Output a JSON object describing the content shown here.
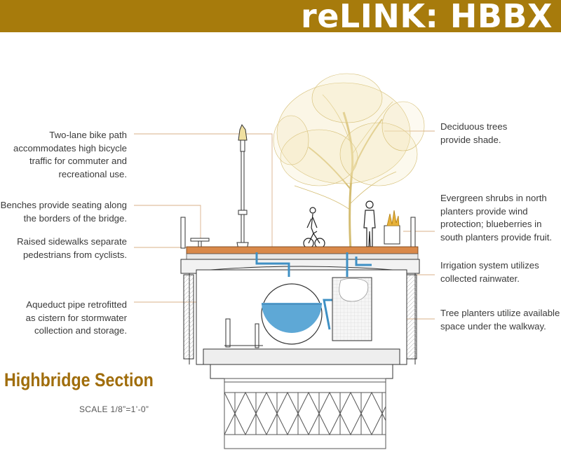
{
  "header": {
    "title": "reLINK: HBBX"
  },
  "annotations_left": [
    {
      "id": "bike-path",
      "lines": [
        "Two-lane bike path",
        "accommodates high bicycle",
        "traffic for commuter and",
        "recreational use."
      ]
    },
    {
      "id": "benches",
      "lines": [
        "Benches provide seating along",
        "the borders of the bridge."
      ]
    },
    {
      "id": "sidewalks",
      "lines": [
        "Raised sidewalks separate",
        "pedestrians from cyclists."
      ]
    },
    {
      "id": "aqueduct",
      "lines": [
        "Aqueduct pipe retrofitted",
        "as cistern for stormwater",
        "collection and storage."
      ]
    }
  ],
  "annotations_right": [
    {
      "id": "trees",
      "lines": [
        "Deciduous trees",
        "provide shade."
      ]
    },
    {
      "id": "shrubs",
      "lines": [
        "Evergreen shrubs in north",
        "planters provide wind",
        "protection; blueberries in",
        "south planters provide fruit."
      ]
    },
    {
      "id": "irrigation",
      "lines": [
        "Irrigation system utilizes",
        "collected rainwater."
      ]
    },
    {
      "id": "planters",
      "lines": [
        "Tree planters utilize available",
        "space under the walkway."
      ]
    }
  ],
  "section": {
    "title": "Highbridge Section",
    "scale": "SCALE  1/8”=1’-0”"
  },
  "colors": {
    "banner": "#a77b0c",
    "title_gold": "#a06d0b",
    "water_blue": "#5ea8d6",
    "pipe_blue": "#3f90c4",
    "deck_orange": "#d9894a",
    "tree_tan": "#d8c27a",
    "leader_line": "#d9b08a"
  }
}
